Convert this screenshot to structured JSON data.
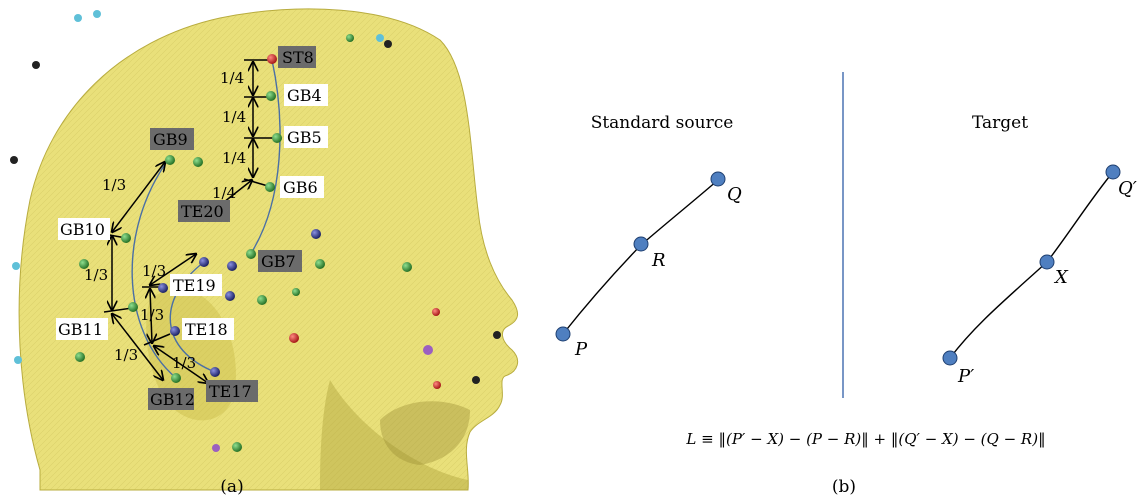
{
  "panel_a": {
    "caption": "(a)",
    "labels": {
      "st8": "ST8",
      "gb4": "GB4",
      "gb5": "GB5",
      "gb6": "GB6",
      "gb7": "GB7",
      "gb9": "GB9",
      "gb10": "GB10",
      "gb11": "GB11",
      "gb12": "GB12",
      "te17": "TE17",
      "te18": "TE18",
      "te19": "TE19",
      "te20": "TE20"
    },
    "fractions": {
      "quarter": "1/4",
      "third": "1/3"
    }
  },
  "panel_b": {
    "caption": "(b)",
    "source_title": "Standard source",
    "target_title": "Target",
    "points": {
      "p": "P",
      "r": "R",
      "q": "Q",
      "p_prime": "P′",
      "x": "X",
      "q_prime": "Q′"
    },
    "equation": "L ≡ ‖(P′ − X) − (P − R)‖ + ‖(Q′ − X) − (Q − R)‖"
  },
  "colors": {
    "head_fill": "#e9e07a",
    "head_shadow": "#c9bd4a",
    "point_blue": "#4f7fc0",
    "divider": "#2f5ea8",
    "label_dark_bg": "#6b6b6b",
    "point_green": "#2f8a2f",
    "point_navy": "#202a7a",
    "point_red": "#d0201a",
    "meridian_curve": "#4a6fa5"
  }
}
